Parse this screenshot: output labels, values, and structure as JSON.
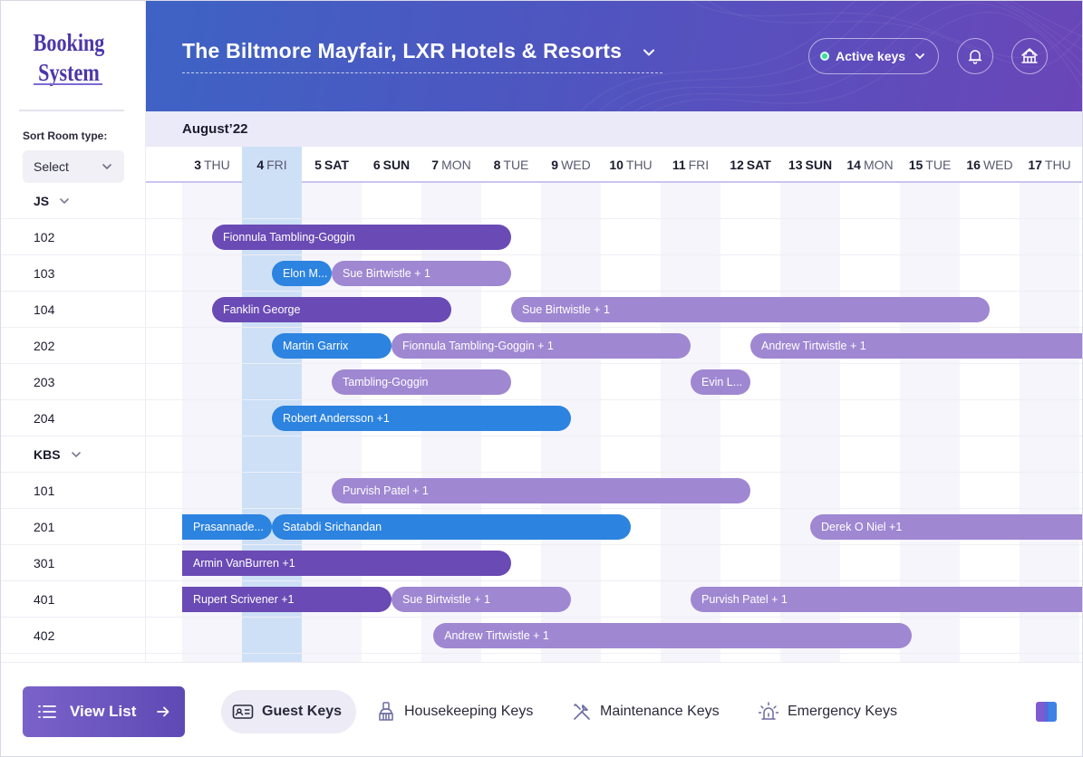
{
  "app": {
    "logo_line1": "Booking",
    "logo_line2": "System"
  },
  "sidebar": {
    "sort_label": "Sort Room type:",
    "sort_select_value": "Select"
  },
  "header": {
    "hotel_name": "The Biltmore Mayfair, LXR Hotels & Resorts",
    "active_keys_label": "Active keys",
    "active_status_color": "#3fd99a"
  },
  "calendar": {
    "month": "August’22",
    "days": [
      {
        "num": "3",
        "dow": "THU"
      },
      {
        "num": "4",
        "dow": "FRI",
        "today": true
      },
      {
        "num": "5",
        "dow": "SAT",
        "bold": true
      },
      {
        "num": "6",
        "dow": "SUN",
        "bold": true
      },
      {
        "num": "7",
        "dow": "MON"
      },
      {
        "num": "8",
        "dow": "TUE"
      },
      {
        "num": "9",
        "dow": "WED"
      },
      {
        "num": "10",
        "dow": "THU"
      },
      {
        "num": "11",
        "dow": "FRI"
      },
      {
        "num": "12",
        "dow": "SAT",
        "bold": true
      },
      {
        "num": "13",
        "dow": "SUN",
        "bold": true
      },
      {
        "num": "14",
        "dow": "MON"
      },
      {
        "num": "15",
        "dow": "TUE"
      },
      {
        "num": "16",
        "dow": "WED"
      },
      {
        "num": "17",
        "dow": "THU"
      }
    ],
    "rows": [
      {
        "type": "group",
        "label": "JS"
      },
      {
        "type": "room",
        "label": "102"
      },
      {
        "type": "room",
        "label": "103"
      },
      {
        "type": "room",
        "label": "104"
      },
      {
        "type": "room",
        "label": "202"
      },
      {
        "type": "room",
        "label": "203"
      },
      {
        "type": "room",
        "label": "204"
      },
      {
        "type": "group",
        "label": "KBS"
      },
      {
        "type": "room",
        "label": "101"
      },
      {
        "type": "room",
        "label": "201"
      },
      {
        "type": "room",
        "label": "301"
      },
      {
        "type": "room",
        "label": "401"
      },
      {
        "type": "room",
        "label": "402"
      }
    ],
    "bookings": [
      {
        "row": 1,
        "start": 0.5,
        "end": 5.5,
        "guest": "Fionnula Tambling-Goggin",
        "style": "dark"
      },
      {
        "row": 2,
        "start": 1.5,
        "end": 2.5,
        "guest": "Elon M...",
        "style": "blue"
      },
      {
        "row": 2,
        "start": 2.5,
        "end": 5.5,
        "guest": "Sue Birtwistle + 1",
        "style": "light"
      },
      {
        "row": 3,
        "start": 0.5,
        "end": 4.5,
        "guest": "Fanklin George",
        "style": "dark"
      },
      {
        "row": 3,
        "start": 5.5,
        "end": 13.5,
        "guest": "Sue Birtwistle + 1",
        "style": "light"
      },
      {
        "row": 4,
        "start": 1.5,
        "end": 3.5,
        "guest": "Martin Garrix",
        "style": "blue"
      },
      {
        "row": 4,
        "start": 3.5,
        "end": 8.5,
        "guest": "Fionnula Tambling-Goggin + 1",
        "style": "light"
      },
      {
        "row": 4,
        "start": 9.5,
        "end": 15.3,
        "guest": "Andrew Tirtwistle + 1",
        "style": "light"
      },
      {
        "row": 5,
        "start": 2.5,
        "end": 5.5,
        "guest": "Tambling-Goggin",
        "style": "light"
      },
      {
        "row": 5,
        "start": 8.5,
        "end": 9.5,
        "guest": "Evin L...",
        "style": "light"
      },
      {
        "row": 6,
        "start": 1.5,
        "end": 6.5,
        "guest": "Robert Andersson +1",
        "style": "blue"
      },
      {
        "row": 8,
        "start": 2.5,
        "end": 9.5,
        "guest": "Purvish Patel + 1",
        "style": "light"
      },
      {
        "row": 9,
        "start": 0,
        "end": 1.5,
        "guest": "Prasannade...",
        "style": "blue",
        "open_start": true
      },
      {
        "row": 9,
        "start": 1.5,
        "end": 7.5,
        "guest": "Satabdi Srichandan",
        "style": "blue"
      },
      {
        "row": 9,
        "start": 10.5,
        "end": 15.3,
        "guest": "Derek O Niel +1",
        "style": "light"
      },
      {
        "row": 10,
        "start": 0,
        "end": 5.5,
        "guest": "Armin VanBurren +1",
        "style": "dark",
        "open_start": true
      },
      {
        "row": 11,
        "start": 0,
        "end": 3.5,
        "guest": "Rupert Scrivener +1",
        "style": "dark",
        "open_start": true
      },
      {
        "row": 11,
        "start": 3.5,
        "end": 6.5,
        "guest": "Sue Birtwistle + 1",
        "style": "light"
      },
      {
        "row": 11,
        "start": 8.5,
        "end": 15.3,
        "guest": "Purvish Patel + 1",
        "style": "light"
      },
      {
        "row": 12,
        "start": 4.2,
        "end": 12.2,
        "guest": "Andrew Tirtwistle + 1",
        "style": "light"
      }
    ]
  },
  "footer": {
    "view_list_label": "View List",
    "tabs": [
      {
        "label": "Guest Keys",
        "icon": "id-card-icon",
        "active": true
      },
      {
        "label": "Housekeeping Keys",
        "icon": "housekeeping-icon"
      },
      {
        "label": "Maintenance Keys",
        "icon": "tools-icon"
      },
      {
        "label": "Emergency Keys",
        "icon": "alarm-icon"
      }
    ]
  }
}
